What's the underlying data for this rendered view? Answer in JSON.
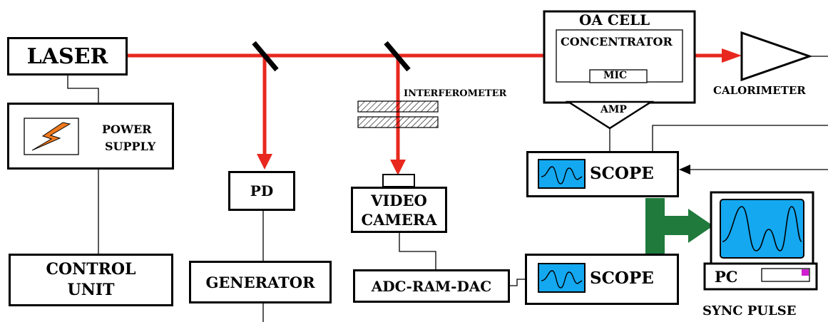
{
  "diagram": {
    "laser": "LASER",
    "power_supply_line1": "POWER",
    "power_supply_line2": "SUPPLY",
    "control_unit_line1": "CONTROL",
    "control_unit_line2": "UNIT",
    "pd": "PD",
    "generator": "GENERATOR",
    "interferometer": "INTERFEROMETER",
    "video_camera_line1": "VIDEO",
    "video_camera_line2": "CAMERA",
    "adc": "ADC-RAM-DAC",
    "oa_cell": "OA CELL",
    "concentrator": "CONCENTRATOR",
    "mic": "MIC",
    "amp": "AMP",
    "calorimeter": "CALORIMETER",
    "scope_top": "SCOPE",
    "scope_bottom": "SCOPE",
    "pc": "PC",
    "sync_pulse": "SYNC PULSE"
  },
  "colors": {
    "beam": "#e8281e",
    "screen": "#14a8f0",
    "data_arrow": "#1f7a3c",
    "lightning": "#f07a1e",
    "pc_indicator": "#d21ed2"
  }
}
